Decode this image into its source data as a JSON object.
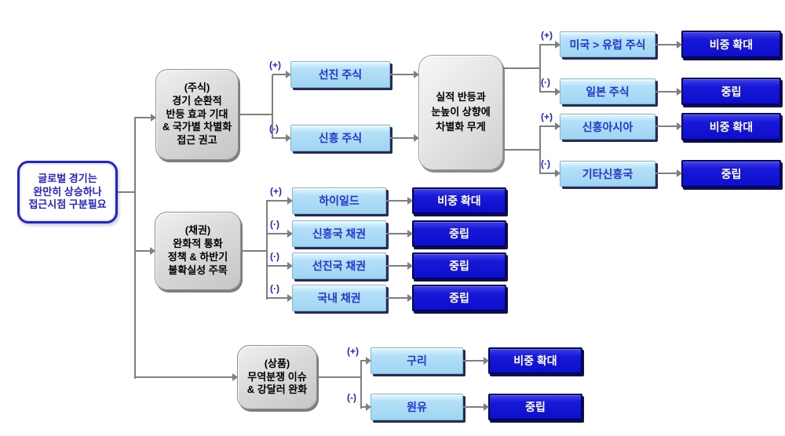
{
  "colors": {
    "accent_blue": "#2323cd",
    "light_box_fill": "#a8daf5",
    "light_box_text": "#2334cf",
    "dark_box_fill": "#1212d0",
    "dark_box_text": "#ffffff",
    "gray_box_fill": "#d6d6d6",
    "connector_gray": "#7f7f7f"
  },
  "root": {
    "label": "글로벌 경기는\n완만히 상승하나\n접근시점 구분필요"
  },
  "stocks": {
    "category_label": "(주식)\n경기 순환적\n반등 효과 기대\n& 국가별 차별화\n접근 권고",
    "intermediate_label": "실적 반등과\n눈높이 상향에\n차별화 무게",
    "children": [
      {
        "sign": "(+)",
        "name": "선진 주식"
      },
      {
        "sign": "(-)",
        "name": "신흥 주식"
      }
    ],
    "leaves": [
      {
        "sign": "(+)",
        "name": "미국 > 유럽 주식",
        "verdict": "비중 확대"
      },
      {
        "sign": "(·)",
        "name": "일본 주식",
        "verdict": "중립"
      },
      {
        "sign": "(+)",
        "name": "신흥아시아",
        "verdict": "비중 확대"
      },
      {
        "sign": "(·)",
        "name": "기타신흥국",
        "verdict": "중립"
      }
    ]
  },
  "bonds": {
    "category_label": "(채권)\n완화적 통화\n정책 & 하반기\n불확실성 주목",
    "leaves": [
      {
        "sign": "(+)",
        "name": "하이일드",
        "verdict": "비중 확대"
      },
      {
        "sign": "(·)",
        "name": "신흥국 채권",
        "verdict": "중립"
      },
      {
        "sign": "(·)",
        "name": "선진국 채권",
        "verdict": "중립"
      },
      {
        "sign": "(·)",
        "name": "국내 채권",
        "verdict": "중립"
      }
    ]
  },
  "commodities": {
    "category_label": "(상품)\n무역분쟁 이슈\n& 강달러 완화",
    "leaves": [
      {
        "sign": "(+)",
        "name": "구리",
        "verdict": "비중 확대"
      },
      {
        "sign": "(-)",
        "name": "원유",
        "verdict": "중립"
      }
    ]
  }
}
